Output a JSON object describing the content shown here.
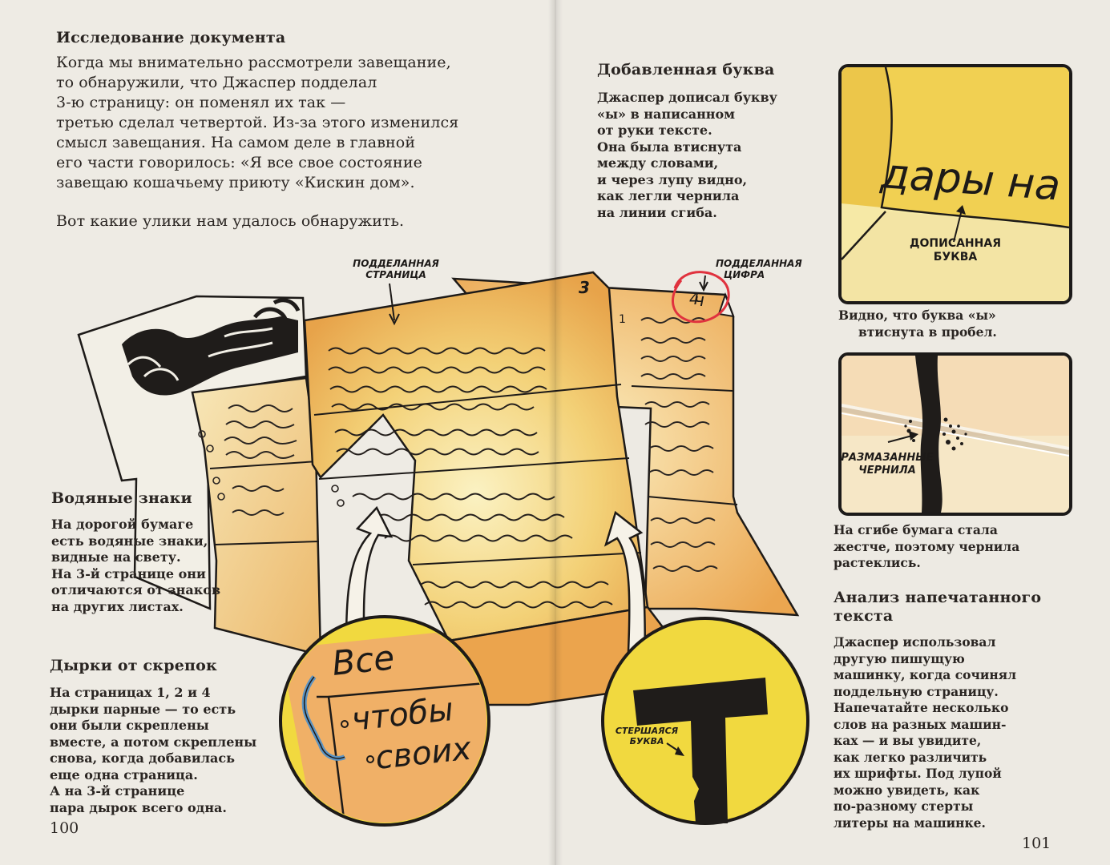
{
  "left": {
    "title": "Исследование документа",
    "intro": [
      "Когда мы внимательно рассмотрели завещание,",
      "то обнаружили, что Джаспер подделал",
      "3-ю страницу: он поменял их так —",
      "третью сделал четвертой. Из-за этого изменился",
      "смысл завещания. На самом деле в главной",
      "его части говорилось: «Я все свое состояние",
      "завещаю кошачьему приюту «Кискин дом»."
    ],
    "clues": "Вот какие улики нам удалось обнаружить.",
    "watermarks": {
      "title": "Водяные знаки",
      "lines": [
        "На дорогой бумаге",
        "есть водяные знаки,",
        "видные на свету.",
        "На 3-й странице они",
        "отличаются от знаков",
        "на других листах."
      ]
    },
    "holes": {
      "title": "Дырки от скрепок",
      "lines": [
        "На страницах 1, 2 и 4",
        "дырки парные — то есть",
        "они были скреплены",
        "вместе, а потом скреплены",
        "снова, когда добавилась",
        "еще одна страница.",
        "А на 3-й странице",
        "пара дырок всего одна."
      ]
    },
    "page_number": "100"
  },
  "illustration": {
    "label_forged_page": [
      "ПОДДЕЛАННАЯ",
      "СТРАНИЦА"
    ],
    "label_forged_digit": [
      "ПОДДЕЛАННАЯ",
      "ЦИФРА"
    ],
    "page_three": "3",
    "page_four": "4",
    "magnifier_words": [
      "Все",
      "чтобы",
      "своих"
    ],
    "label_worn_letter": [
      "СТЕРШАЯСЯ",
      "БУКВА"
    ],
    "worn_letter": "Т"
  },
  "right": {
    "added_letter": {
      "title": "Добавленная буква",
      "lines": [
        "Джаспер дописал букву",
        "«ы» в написанном",
        "от руки тексте.",
        "Она была втиснута",
        "между словами,",
        "и через лупу видно,",
        "как легли чернила",
        "на линии сгиба."
      ]
    },
    "panel1": {
      "word": "дары на",
      "label": [
        "ДОПИСАННАЯ",
        "БУКВА"
      ],
      "caption": [
        "Видно, что буква «ы»",
        "втиснута в пробел."
      ]
    },
    "panel2": {
      "label": [
        "РАЗМАЗАННЫЕ",
        "ЧЕРНИЛА"
      ],
      "caption": [
        "На сгибе бумага стала",
        "жестче, поэтому чернила",
        "растеклись."
      ]
    },
    "typed": {
      "title": [
        "Анализ напечатанного",
        "текста"
      ],
      "lines": [
        "Джаспер использовал",
        "другую пишущую",
        "машинку, когда сочинял",
        "поддельную страницу.",
        "Напечатайте несколько",
        "слов на разных машин-",
        "ках — и вы увидите,",
        "как легко различить",
        "их шрифты. Под лупой",
        "можно увидеть, как",
        "по-разному стерты",
        "литеры на машинке."
      ]
    },
    "page_number": "101"
  },
  "colors": {
    "paper": "#eeebe4",
    "ink": "#2a2522",
    "yellow": "#f5d85a",
    "orange": "#e9a24a",
    "circle": "#f1d93f",
    "red": "#e0323e"
  }
}
